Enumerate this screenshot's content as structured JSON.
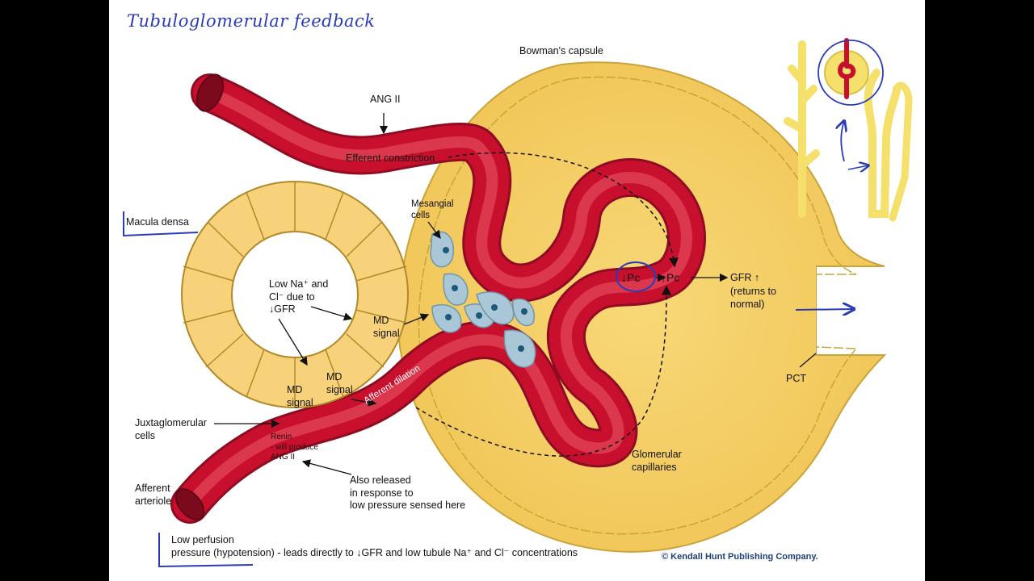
{
  "title": "Tubuloglomerular feedback",
  "labels": {
    "bowmans_capsule": "Bowman's capsule",
    "ang_ii": "ANG II",
    "efferent_constriction": "Efferent constriction",
    "mesangial_cells": "Mesangial\ncells",
    "macula_densa": "Macula densa",
    "low_na_cl_line1": "Low Na⁺ and",
    "low_na_cl_line2": "Cl⁻ due to",
    "low_na_cl_line3": "↓GFR",
    "md_signal_right": "MD\nsignal",
    "md_signal_bottom_left": "MD\nsignal",
    "md_signal_bottom_right": "MD\nsignal",
    "pc_down": "↓Pc",
    "pc_up": "↑Pc",
    "gfr_up": "GFR ↑",
    "gfr_returns": "(returns to\nnormal)",
    "pct": "PCT",
    "afferent_dilation": "Afferent dilation",
    "juxtaglomerular_cells": "Juxtaglomerular\ncells",
    "renin": "Renin\n- will produce\nANG II",
    "also_released": "Also released\nin response to\nlow pressure sensed here",
    "glomerular_capillaries": "Glomerular\ncapillaries",
    "afferent_arteriole": "Afferent\narteriole",
    "low_perfusion_line1": "Low perfusion",
    "low_perfusion_line2": "pressure (hypotension) - leads directly to ↓GFR and low tubule Na⁺ and Cl⁻ concentrations",
    "copyright": "© Kendall Hunt Publishing Company."
  },
  "colors": {
    "capsule": "#f4cf63",
    "capsule_edge": "#c9a43a",
    "vessel": "#c8102e",
    "vessel_light": "#e2485b",
    "tubule_cell": "#f7d27a",
    "mesangial": "#a9c7d6",
    "annotation_ink": "#2a3bb8"
  }
}
